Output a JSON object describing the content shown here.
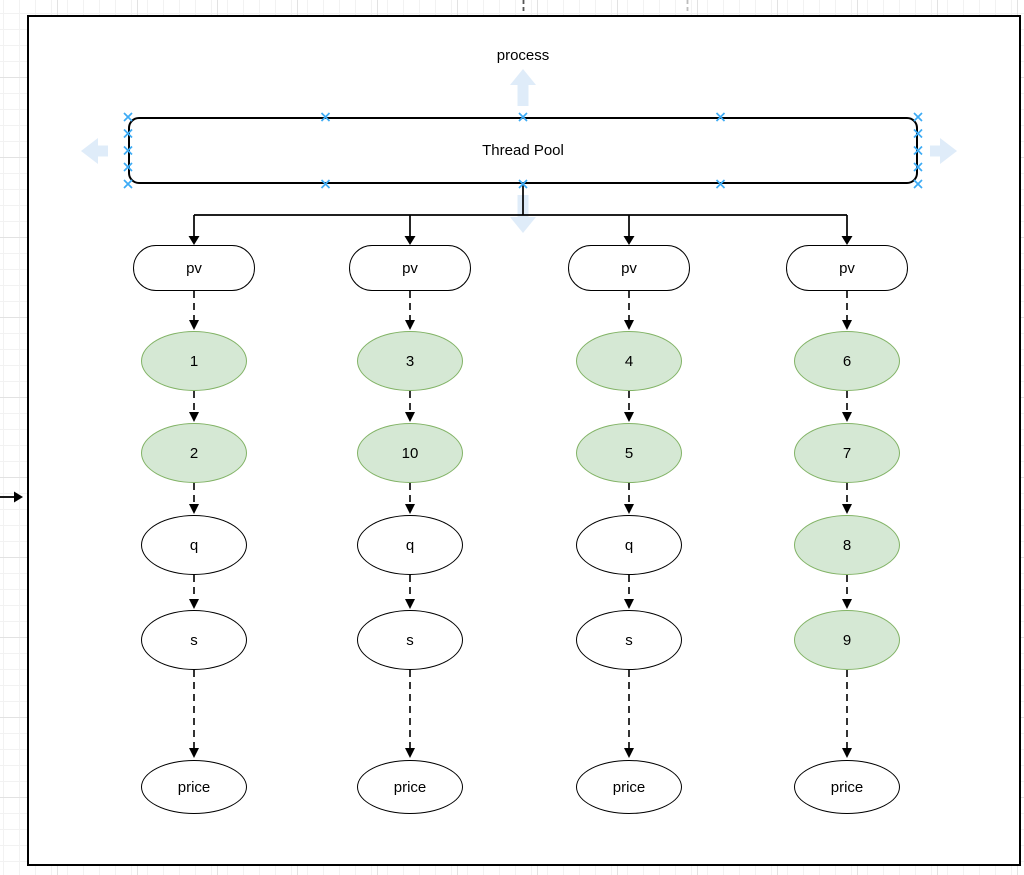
{
  "labels": {
    "process": "process",
    "thread_pool": "Thread Pool"
  },
  "diagram": {
    "type": "flowchart",
    "root": "Thread Pool",
    "root_output_label": "process",
    "selected_shape": "Thread Pool",
    "columns": [
      {
        "nodes": [
          {
            "label": "pv",
            "shape": "stadium",
            "green": false
          },
          {
            "label": "1",
            "shape": "ellipse",
            "green": true
          },
          {
            "label": "2",
            "shape": "ellipse",
            "green": true
          },
          {
            "label": "q",
            "shape": "ellipse",
            "green": false
          },
          {
            "label": "s",
            "shape": "ellipse",
            "green": false
          },
          {
            "label": "price",
            "shape": "ellipse",
            "green": false
          }
        ]
      },
      {
        "nodes": [
          {
            "label": "pv",
            "shape": "stadium",
            "green": false
          },
          {
            "label": "3",
            "shape": "ellipse",
            "green": true
          },
          {
            "label": "10",
            "shape": "ellipse",
            "green": true
          },
          {
            "label": "q",
            "shape": "ellipse",
            "green": false
          },
          {
            "label": "s",
            "shape": "ellipse",
            "green": false
          },
          {
            "label": "price",
            "shape": "ellipse",
            "green": false
          }
        ]
      },
      {
        "nodes": [
          {
            "label": "pv",
            "shape": "stadium",
            "green": false
          },
          {
            "label": "4",
            "shape": "ellipse",
            "green": true
          },
          {
            "label": "5",
            "shape": "ellipse",
            "green": true
          },
          {
            "label": "q",
            "shape": "ellipse",
            "green": false
          },
          {
            "label": "s",
            "shape": "ellipse",
            "green": false
          },
          {
            "label": "price",
            "shape": "ellipse",
            "green": false
          }
        ]
      },
      {
        "nodes": [
          {
            "label": "pv",
            "shape": "stadium",
            "green": false
          },
          {
            "label": "6",
            "shape": "ellipse",
            "green": true
          },
          {
            "label": "7",
            "shape": "ellipse",
            "green": true
          },
          {
            "label": "8",
            "shape": "ellipse",
            "green": true
          },
          {
            "label": "9",
            "shape": "ellipse",
            "green": true
          },
          {
            "label": "price",
            "shape": "ellipse",
            "green": false
          }
        ]
      }
    ]
  },
  "colors": {
    "green_fill": "#d5e8d4",
    "green_stroke": "#82b366",
    "node_stroke": "#000000",
    "selection_handle_blue": "#3dabf5",
    "directional_arrow_pale_blue": "#dfecf9",
    "grid_line": "#f2f2f2",
    "grid_line_major": "#e2e2e2"
  },
  "icons": {
    "selection_handles": "x-connection-point",
    "directional_arrows": [
      "up",
      "down",
      "left",
      "right"
    ]
  }
}
